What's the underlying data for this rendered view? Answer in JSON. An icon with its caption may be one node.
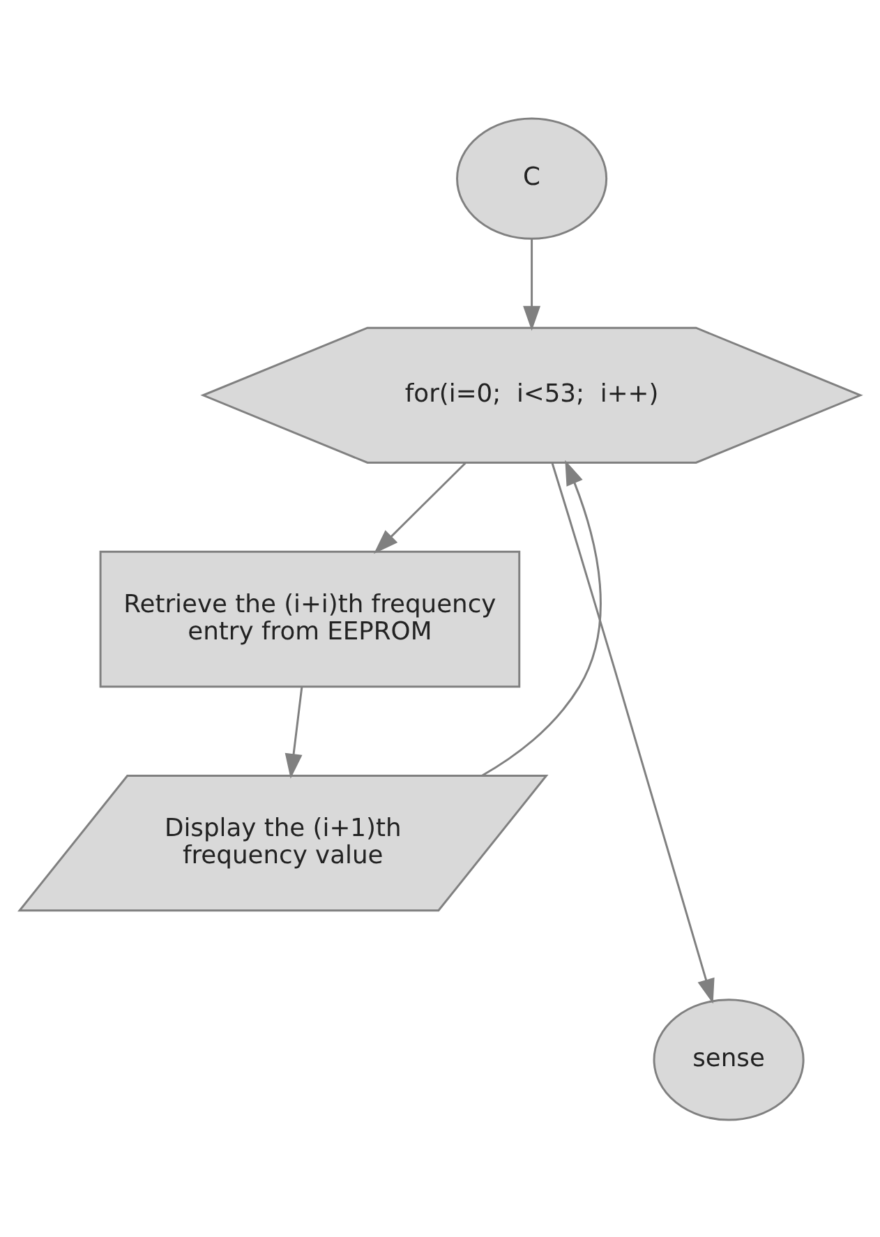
{
  "diagram": {
    "nodes": [
      {
        "text": [
          "C"
        ]
      },
      {
        "text": [
          "for(i=0;  i<53;  i++)"
        ]
      },
      {
        "text": [
          "Retrieve the (i+i)th frequency entry from EEPROM"
        ]
      },
      {
        "text": [
          "Display the (i+1)th frequency value"
        ]
      },
      {
        "text": [
          "sense"
        ]
      }
    ],
    "edges": [
      {
        "from": 0,
        "to": 1,
        "arrow": "to"
      },
      {
        "from": 1,
        "to": 2,
        "arrow": "to"
      },
      {
        "from": 2,
        "to": 3,
        "arrow": "to"
      },
      {
        "from": 3,
        "to": 1,
        "arrow": "to"
      },
      {
        "from": 1,
        "to": 4,
        "arrow": "to"
      }
    ]
  }
}
